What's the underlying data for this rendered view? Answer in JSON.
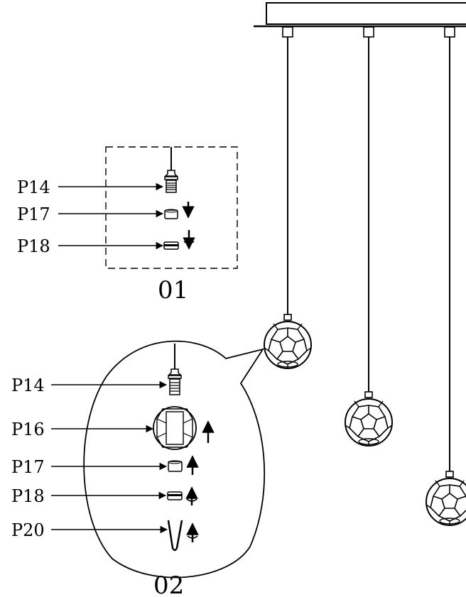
{
  "detail_01": {
    "step_label": "01",
    "parts": [
      "P14",
      "P17",
      "P18"
    ]
  },
  "detail_02": {
    "step_label": "02",
    "parts": [
      "P14",
      "P16",
      "P17",
      "P18",
      "P20"
    ]
  },
  "icons": {
    "canopy": "ceiling-canopy-icon",
    "pendant": "faceted-globe-pendant-icon",
    "arrow": "arrow-icon",
    "rotate_arrow": "rotate-arrow-icon"
  },
  "colors": {
    "line": "#000000",
    "background": "#ffffff"
  }
}
